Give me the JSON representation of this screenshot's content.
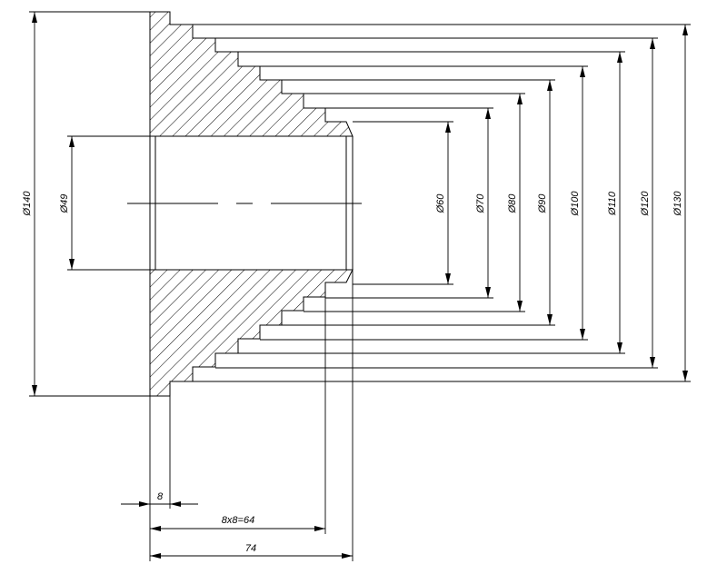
{
  "drawing": {
    "labels": {
      "d140": "Ø140",
      "d49": "Ø49",
      "d60": "Ø60",
      "d70": "Ø70",
      "d80": "Ø80",
      "d90": "Ø90",
      "d100": "Ø100",
      "d110": "Ø110",
      "d120": "Ø120",
      "d130": "Ø130",
      "len8": "8",
      "len64": "8x8=64",
      "len74": "74"
    }
  }
}
